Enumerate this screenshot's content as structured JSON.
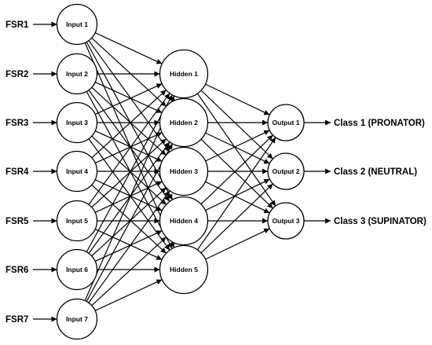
{
  "diagram": {
    "sensors": [
      "FSR1",
      "FSR2",
      "FSR3",
      "FSR4",
      "FSR5",
      "FSR6",
      "FSR7"
    ],
    "inputs": [
      "Input 1",
      "Input 2",
      "Input 3",
      "Input 4",
      "Input 5",
      "Input 6",
      "Input 7"
    ],
    "hidden": [
      "Hidden 1",
      "Hidden 2",
      "Hidden 3",
      "Hidden 4",
      "Hidden 5"
    ],
    "outputs": [
      "Output 1",
      "Output 2",
      "Output 3"
    ],
    "classes": [
      "Class 1 (PRONATOR)",
      "Class 2 (NEUTRAL)",
      "Class 3 (SUPINATOR)"
    ],
    "connectivity": "fully-connected",
    "colors": {
      "stroke": "#000000",
      "fill": "#ffffff",
      "text": "#000000"
    }
  }
}
